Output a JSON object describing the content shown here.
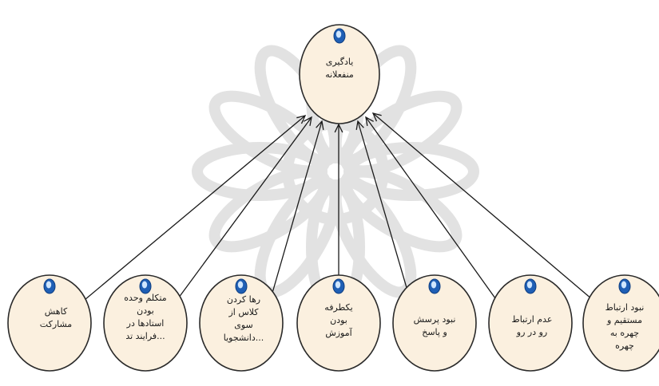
{
  "diagram": {
    "root": {
      "lines": [
        "یادگیری",
        "منفعلانه"
      ]
    },
    "children": [
      {
        "lines": [
          "کاهش",
          "مشارکت"
        ]
      },
      {
        "lines": [
          "متکلم وحده",
          "بودن",
          "استادها در",
          "...فرایند تد"
        ]
      },
      {
        "lines": [
          "رها کردن",
          "کلاس از",
          "سوی",
          "...دانشجویا"
        ]
      },
      {
        "lines": [
          "یکطرفه",
          "بودن",
          "آموزش"
        ]
      },
      {
        "lines": [
          "نبود پرسش",
          "و پاسخ"
        ]
      },
      {
        "lines": [
          "عدم ارتباط",
          "رو در رو"
        ]
      },
      {
        "lines": [
          "نبود ارتباط",
          "مستقیم و",
          "چهره به",
          "چهره"
        ]
      }
    ],
    "colors": {
      "node_fill": "#fbf0df",
      "node_stroke": "#2a2a2a",
      "marker": "#1f5fb5",
      "watermark": "#d9d9d9"
    }
  }
}
